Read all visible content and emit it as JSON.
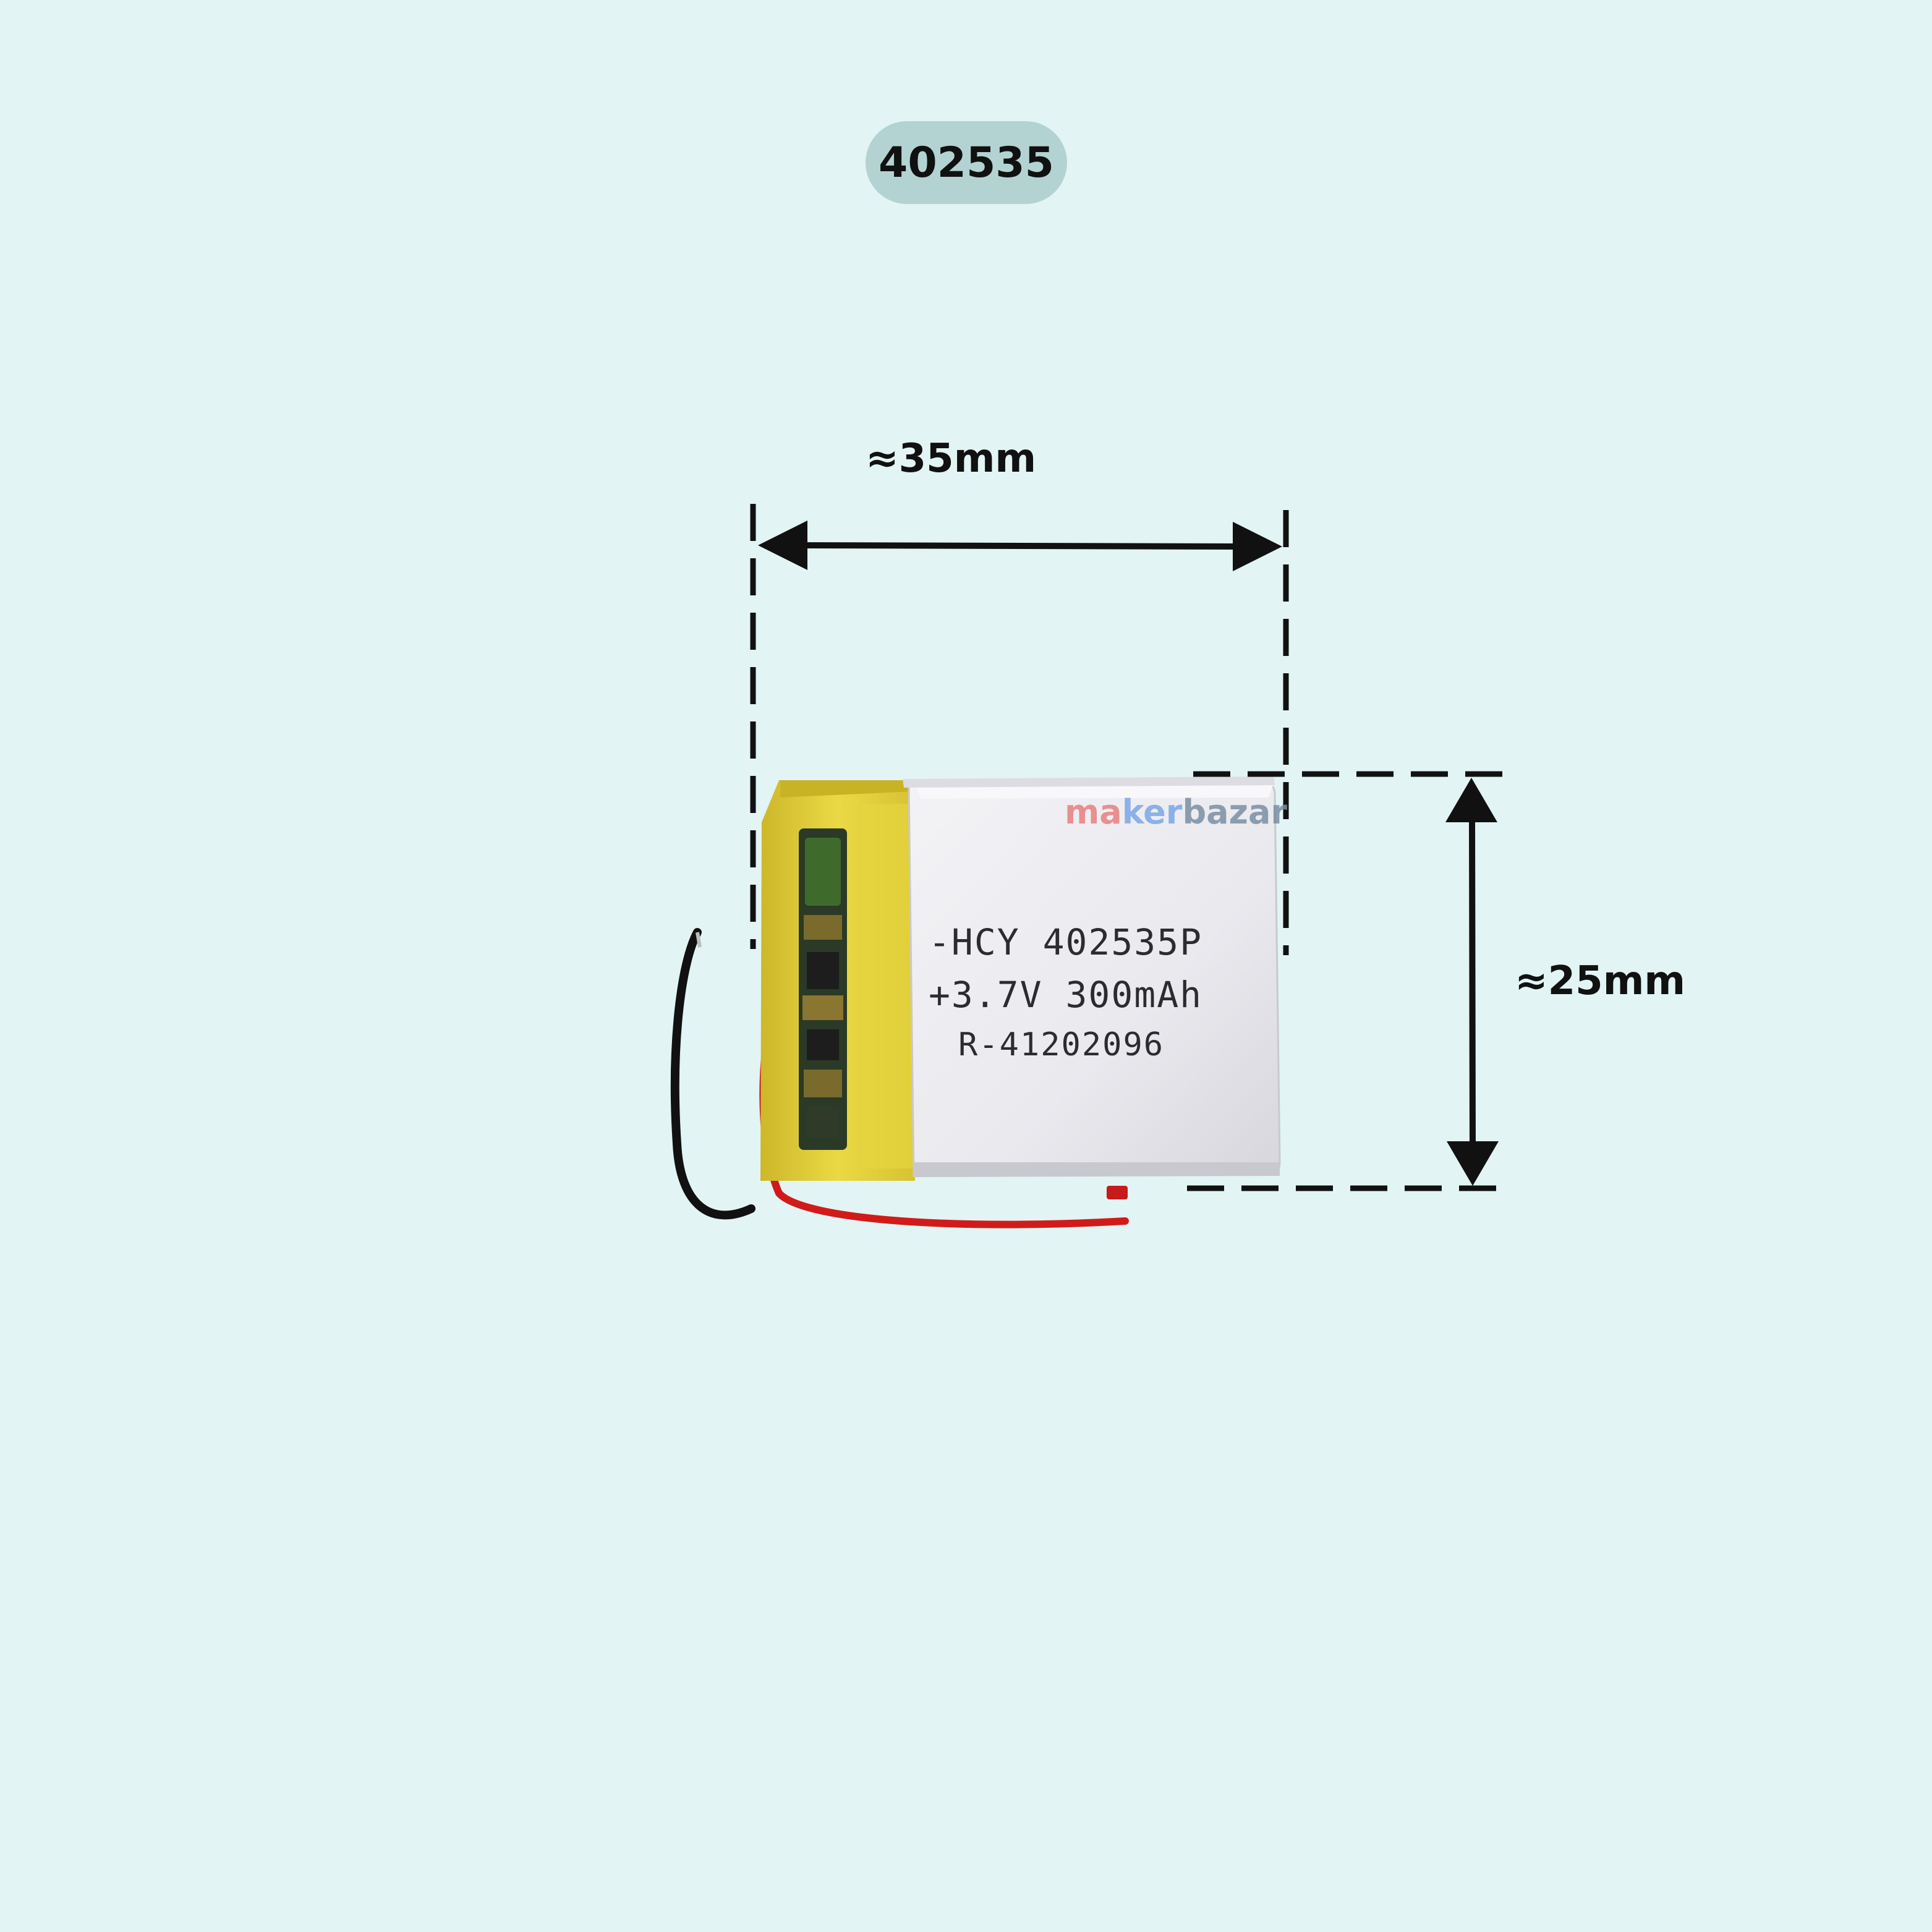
{
  "badge": {
    "model": "402535"
  },
  "dimensions": {
    "width_label": "≈35mm",
    "height_label": "≈25mm"
  },
  "battery": {
    "print_line_1": "-HCY 402535P",
    "print_line_2": "+3.7V 300mAh",
    "print_line_3": "R-41202096"
  },
  "watermark": {
    "part1": "ma",
    "part2": "ker",
    "part3": "bazar"
  },
  "colors": {
    "background": "#e2f4f4",
    "badge": "#b3d3d2",
    "battery_body": "#ececf0",
    "kapton_tape": "#e2cf3c",
    "wire_red": "#d11b1b",
    "wire_black": "#111111"
  }
}
